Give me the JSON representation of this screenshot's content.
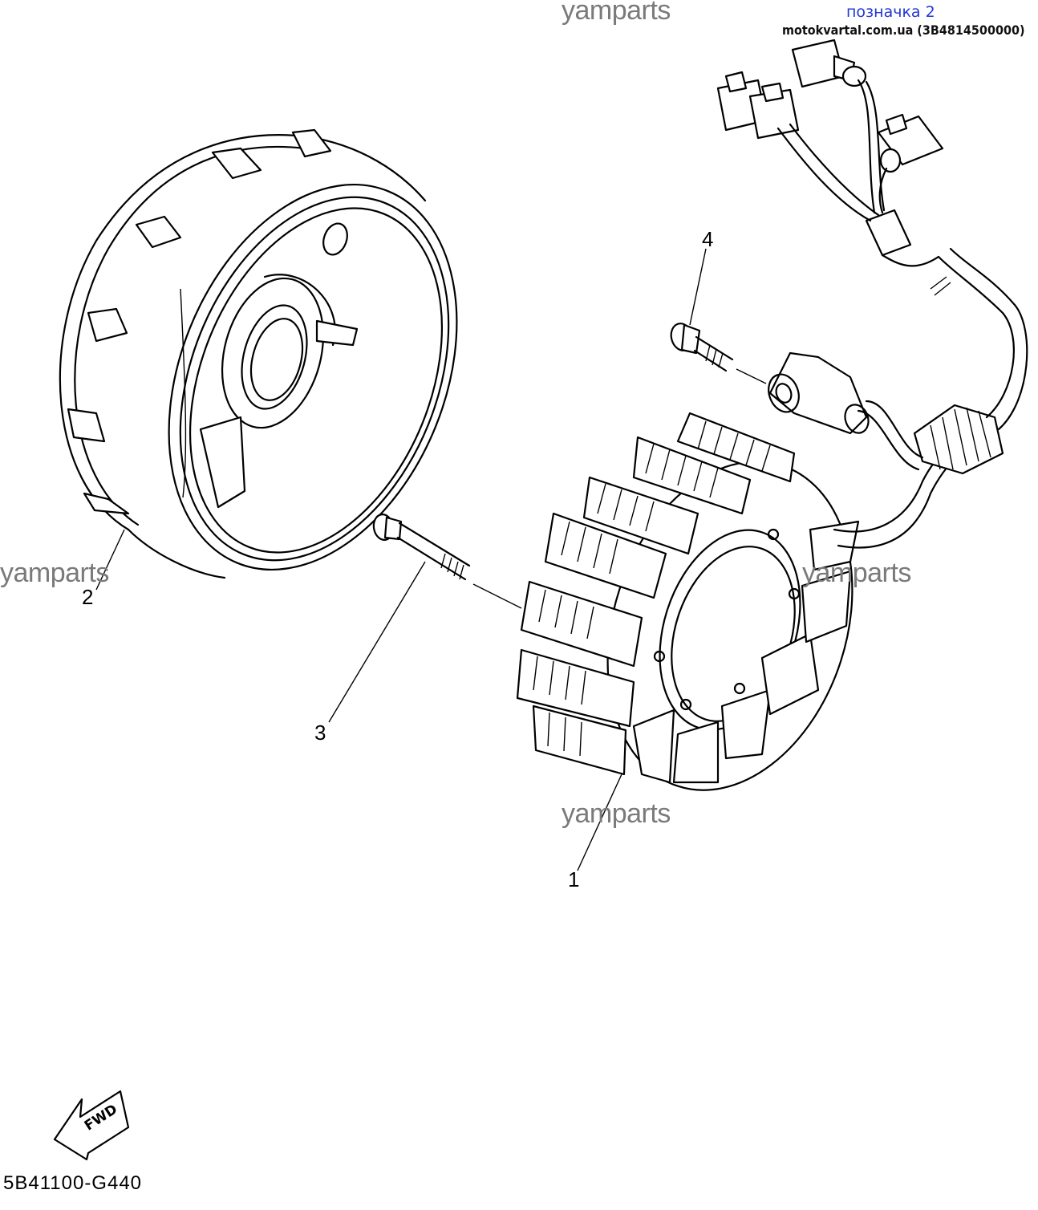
{
  "watermarks": [
    "yamparts",
    "yamparts",
    "yamparts",
    "yamparts"
  ],
  "header": {
    "tag_label": "позначка 2",
    "site_text": "motokvartal.com.ua (3B4814500000)"
  },
  "callouts": {
    "part_1": "1",
    "part_2": "2",
    "part_3": "3",
    "part_4": "4"
  },
  "fwd_arrow": {
    "label": "FWD"
  },
  "diagram_code": "5B41100-G440",
  "colors": {
    "line": "#000000",
    "watermark": "#7a7a7a",
    "tag": "#2236d6"
  },
  "icons": [
    "fwd-arrow-icon"
  ]
}
